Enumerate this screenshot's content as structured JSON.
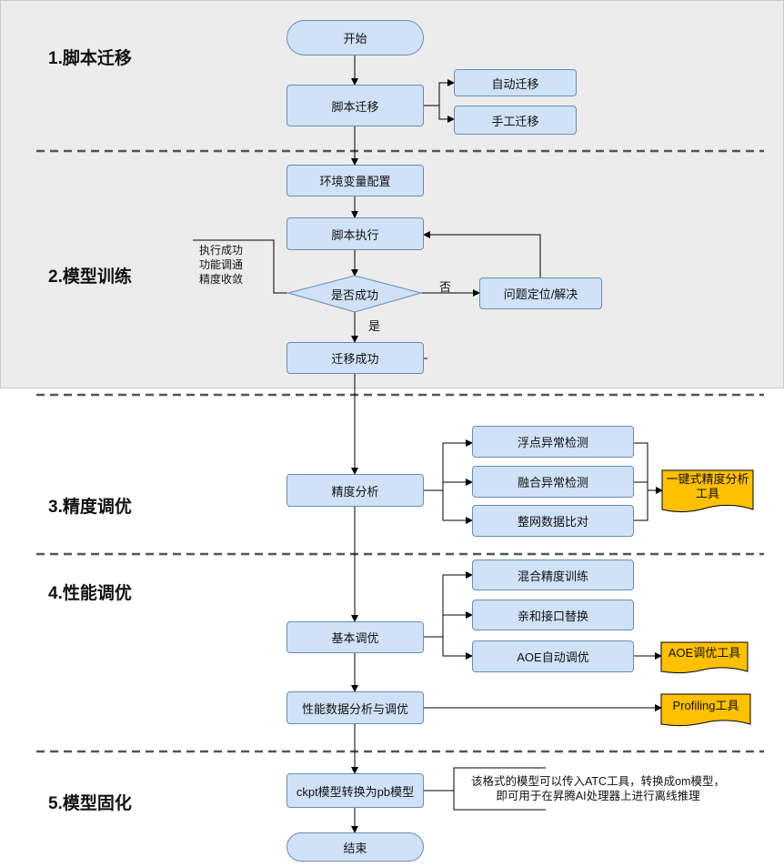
{
  "stages": {
    "s1": "1.脚本迁移",
    "s2": "2.模型训练",
    "s3": "3.精度调优",
    "s4": "4.性能调优",
    "s5": "5.模型固化"
  },
  "nodes": {
    "start": "开始",
    "script_migration": "脚本迁移",
    "auto_migration": "自动迁移",
    "manual_migration": "手工迁移",
    "env_config": "环境变量配置",
    "script_exec": "脚本执行",
    "is_success": "是否成功",
    "problem_locate": "问题定位/解决",
    "migration_success": "迁移成功",
    "accuracy_analysis": "精度分析",
    "float_anomaly": "浮点异常检测",
    "fusion_anomaly": "融合异常检测",
    "net_data_compare": "整网数据比对",
    "basic_tuning": "基本调优",
    "mixed_precision": "混合精度训练",
    "affinity_api": "亲和接口替换",
    "aoe_auto_tune": "AOE自动调优",
    "perf_analysis": "性能数据分析与调优",
    "ckpt_to_pb": "ckpt模型转换为pb模型",
    "end": "结束"
  },
  "labels": {
    "no": "否",
    "yes": "是"
  },
  "notes": {
    "success_criteria": [
      "执行成功",
      "功能调通",
      "精度收敛"
    ],
    "pb_callout": [
      "该格式的模型可以传入ATC工具，转换成om模型，",
      "即可用于在昇腾AI处理器上进行离线推理"
    ]
  },
  "tools": {
    "accuracy_tool": [
      "一键式精度分析",
      "工具"
    ],
    "aoe_tool": "AOE调优工具",
    "profiling_tool": "Profiling工具"
  },
  "colors": {
    "stage_band": "#ececec",
    "node_fill": "#cfe2f7",
    "node_border": "#6b8bb5",
    "tool_fill": "#ffc000",
    "separator": "#555555"
  }
}
